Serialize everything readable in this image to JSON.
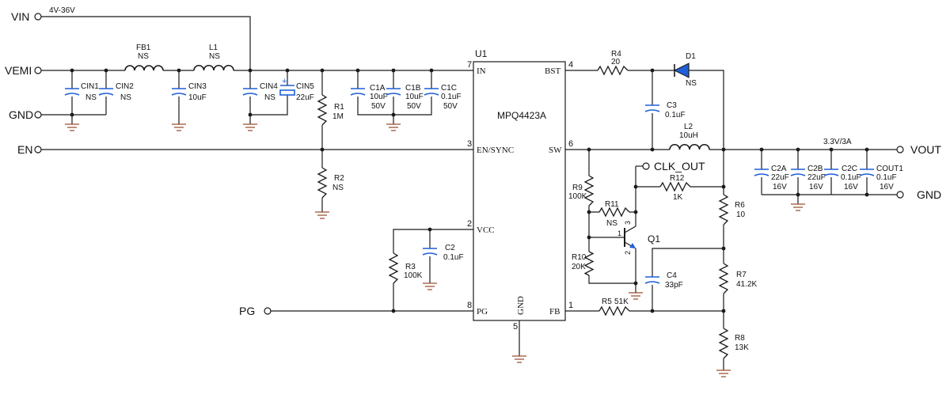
{
  "ports": {
    "vin": "VIN",
    "vemi": "VEMI",
    "gnd_in": "GND",
    "en": "EN",
    "pg": "PG",
    "clk_out": "CLK_OUT",
    "vout": "VOUT",
    "gnd_out": "GND"
  },
  "annotations": {
    "vin_range": "4V-36V",
    "vout_spec": "3.3V/3A"
  },
  "ic": {
    "ref": "U1",
    "part": "MPQ4423A",
    "pins": [
      {
        "num": "7",
        "name": "IN"
      },
      {
        "num": "3",
        "name": "EN/SYNC"
      },
      {
        "num": "2",
        "name": "VCC"
      },
      {
        "num": "8",
        "name": "PG"
      },
      {
        "num": "5",
        "name": "GND"
      },
      {
        "num": "4",
        "name": "BST"
      },
      {
        "num": "6",
        "name": "SW"
      },
      {
        "num": "1",
        "name": "FB"
      }
    ]
  },
  "components": {
    "fb1": {
      "ref": "FB1",
      "value": "NS"
    },
    "l1": {
      "ref": "L1",
      "value": "NS"
    },
    "cin1": {
      "ref": "CIN1",
      "value": "NS"
    },
    "cin2": {
      "ref": "CIN2",
      "value": "NS"
    },
    "cin3": {
      "ref": "CIN3",
      "value": "10uF"
    },
    "cin4": {
      "ref": "CIN4",
      "value": "NS"
    },
    "cin5": {
      "ref": "CIN5",
      "value": "22uF"
    },
    "r1": {
      "ref": "R1",
      "value": "1M"
    },
    "r2": {
      "ref": "R2",
      "value": "NS"
    },
    "c1a": {
      "ref": "C1A",
      "value": "10uF",
      "rating": "50V"
    },
    "c1b": {
      "ref": "C1B",
      "value": "10uF",
      "rating": "50V"
    },
    "c1c": {
      "ref": "C1C",
      "value": "0.1uF",
      "rating": "50V"
    },
    "c2": {
      "ref": "C2",
      "value": "0.1uF"
    },
    "r3": {
      "ref": "R3",
      "value": "100K"
    },
    "r4": {
      "ref": "R4",
      "value": "20"
    },
    "d1": {
      "ref": "D1",
      "value": "NS"
    },
    "c3": {
      "ref": "C3",
      "value": "0.1uF"
    },
    "l2": {
      "ref": "L2",
      "value": "10uH"
    },
    "r9": {
      "ref": "R9",
      "value": "100K"
    },
    "r11": {
      "ref": "R11",
      "value": "NS"
    },
    "r12": {
      "ref": "R12",
      "value": "1K"
    },
    "r10": {
      "ref": "R10",
      "value": "20K"
    },
    "q1": {
      "ref": "Q1",
      "pin1": "1",
      "pin2": "2",
      "pin3": "3"
    },
    "c4": {
      "ref": "C4",
      "value": "33pF"
    },
    "r5": {
      "ref": "R5",
      "value": "51K"
    },
    "r6": {
      "ref": "R6",
      "value": "10"
    },
    "r7": {
      "ref": "R7",
      "value": "41.2K"
    },
    "r8": {
      "ref": "R8",
      "value": "13K"
    },
    "c2a": {
      "ref": "C2A",
      "value": "22uF",
      "rating": "16V"
    },
    "c2b": {
      "ref": "C2B",
      "value": "22uF",
      "rating": "16V"
    },
    "c2c": {
      "ref": "C2C",
      "value": "0.1uF",
      "rating": "16V"
    },
    "cout1": {
      "ref": "COUT1",
      "value": "0.1uF",
      "rating": "16V"
    }
  },
  "colors": {
    "wire": "#1a1a1a",
    "capacitor": "#1f5fd8",
    "ground": "#9b4e2d"
  }
}
